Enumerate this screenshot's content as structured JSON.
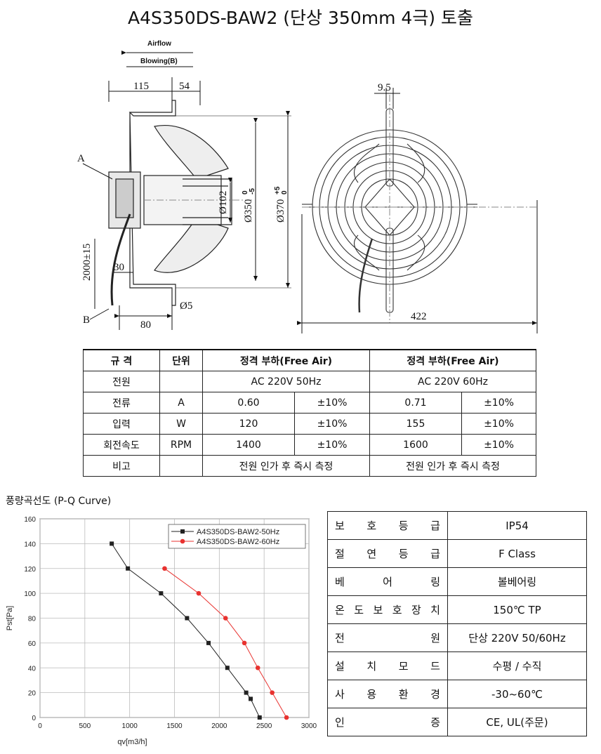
{
  "title": "A4S350DS-BAW2 (단상 350mm 4극) 토출",
  "drawing": {
    "airflow": "Airflow",
    "blowing": "Blowing(B)",
    "dim_115": "115",
    "dim_54": "54",
    "dim_30": "30",
    "dim_80": "80",
    "dim_d5": "Ø5",
    "dim_cable": "2000±15",
    "dim_d102": "Ø102",
    "dim_d350": "Ø350",
    "dim_d350_tol_top": "0",
    "dim_d350_tol_bottom": "-5",
    "dim_d370": "Ø370",
    "dim_d370_tol_top": "+5",
    "dim_d370_tol_bottom": "0",
    "dim_9_5": "9.5",
    "dim_422": "422",
    "label_a": "A",
    "label_b": "B"
  },
  "spec_table": {
    "headers": [
      "규 격",
      "단위",
      "정격 부하(Free Air)",
      "정격 부하(Free Air)"
    ],
    "rows": [
      {
        "name": "전원",
        "unit": "",
        "v50": "AC 220V 50Hz",
        "t50": "",
        "v60": "AC 220V 60Hz",
        "t60": ""
      },
      {
        "name": "전류",
        "unit": "A",
        "v50": "0.60",
        "t50": "±10%",
        "v60": "0.71",
        "t60": "±10%"
      },
      {
        "name": "입력",
        "unit": "W",
        "v50": "120",
        "t50": "±10%",
        "v60": "155",
        "t60": "±10%"
      },
      {
        "name": "회전속도",
        "unit": "RPM",
        "v50": "1400",
        "t50": "±10%",
        "v60": "1600",
        "t60": "±10%"
      },
      {
        "name": "비고",
        "unit": "",
        "v50": "전원 인가 후 즉시 측정",
        "t50": "",
        "v60": "전원 인가 후 즉시 측정",
        "t60": ""
      }
    ]
  },
  "curve_title": "풍량곡선도 (P-Q Curve)",
  "chart_data": {
    "type": "line",
    "xlabel": "qv[m3/h]",
    "ylabel": "Pst[Pa]",
    "xlim": [
      0,
      3000
    ],
    "ylim": [
      0,
      160
    ],
    "xticks": [
      0,
      500,
      1000,
      1500,
      2000,
      2500,
      3000
    ],
    "yticks": [
      0,
      20,
      40,
      60,
      80,
      100,
      120,
      140,
      160
    ],
    "grid": true,
    "legend": "top-right",
    "series": [
      {
        "name": "A4S350DS-BAW2-50Hz",
        "color": "#222222",
        "marker": "square",
        "points": [
          [
            800,
            140
          ],
          [
            980,
            120
          ],
          [
            1350,
            100
          ],
          [
            1640,
            80
          ],
          [
            1880,
            60
          ],
          [
            2090,
            40
          ],
          [
            2300,
            20
          ],
          [
            2350,
            15
          ],
          [
            2450,
            0
          ]
        ]
      },
      {
        "name": "A4S350DS-BAW2-60Hz",
        "color": "#e8322f",
        "marker": "circle",
        "points": [
          [
            1390,
            120
          ],
          [
            1770,
            100
          ],
          [
            2070,
            80
          ],
          [
            2280,
            60
          ],
          [
            2430,
            40
          ],
          [
            2590,
            20
          ],
          [
            2750,
            0
          ]
        ]
      }
    ]
  },
  "side_table": [
    {
      "chars": [
        "보",
        "호",
        "등",
        "급"
      ],
      "value": "IP54"
    },
    {
      "chars": [
        "절",
        "연",
        "등",
        "급"
      ],
      "value": "F Class"
    },
    {
      "chars": [
        "베",
        "어",
        "링"
      ],
      "value": "볼베어링"
    },
    {
      "chars": [
        "온",
        "도",
        "보",
        "호",
        "장",
        "치"
      ],
      "value": "150℃ TP"
    },
    {
      "chars": [
        "전",
        "원"
      ],
      "value": "단상 220V 50/60Hz"
    },
    {
      "chars": [
        "설",
        "치",
        "모",
        "드"
      ],
      "value": "수평 / 수직"
    },
    {
      "chars": [
        "사",
        "용",
        "환",
        "경"
      ],
      "value": "-30~60℃"
    },
    {
      "chars": [
        "인",
        "증"
      ],
      "value": "CE, UL(주문)"
    }
  ]
}
